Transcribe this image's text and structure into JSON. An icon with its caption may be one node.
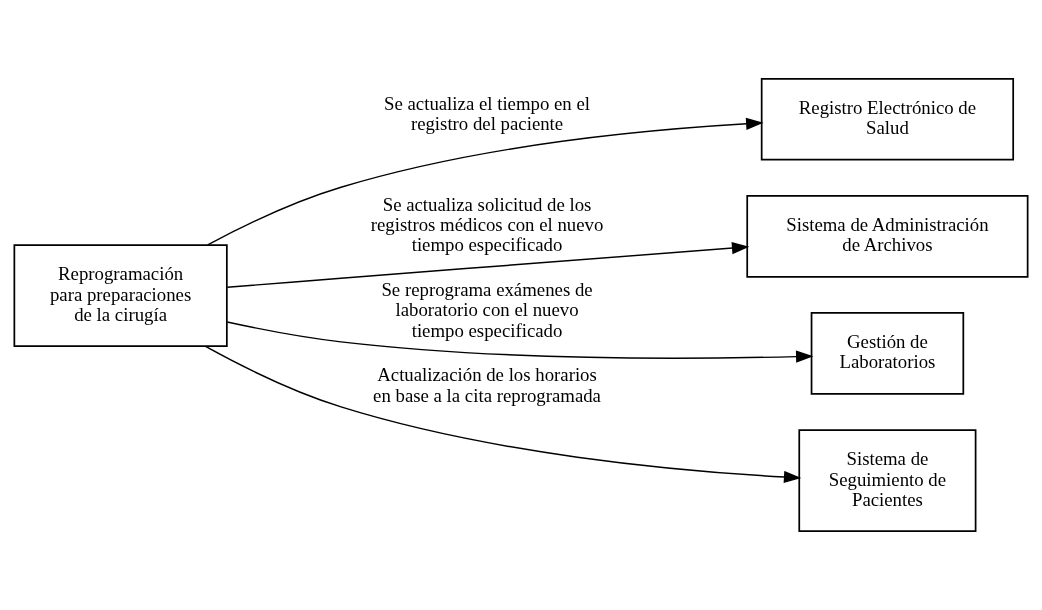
{
  "diagram": {
    "nodes": [
      {
        "text": [
          "Reprogramación para preparaciones de la cirugía"
        ]
      },
      {
        "text": [
          "Registro Electrónico de Salud"
        ]
      },
      {
        "text": [
          "Sistema de Administración de Archivos"
        ]
      },
      {
        "text": [
          "Gestión de Laboratorios"
        ]
      },
      {
        "text": [
          "Sistema de Seguimiento de Pacientes"
        ]
      }
    ],
    "edges": [
      {
        "from": 0,
        "to": 1,
        "arrow": "to",
        "label": "Se actualiza el tiempo en el registro del paciente"
      },
      {
        "from": 0,
        "to": 2,
        "arrow": "to",
        "label": "Se actualiza solicitud de los registros médicos con el nuevo tiempo especificado"
      },
      {
        "from": 0,
        "to": 3,
        "arrow": "to",
        "label": "Se reprograma exámenes de laboratorio con el nuevo tiempo especificado"
      },
      {
        "from": 0,
        "to": 4,
        "arrow": "to",
        "label": "Actualización de los horarios en base a la cita reprogramada"
      }
    ]
  }
}
